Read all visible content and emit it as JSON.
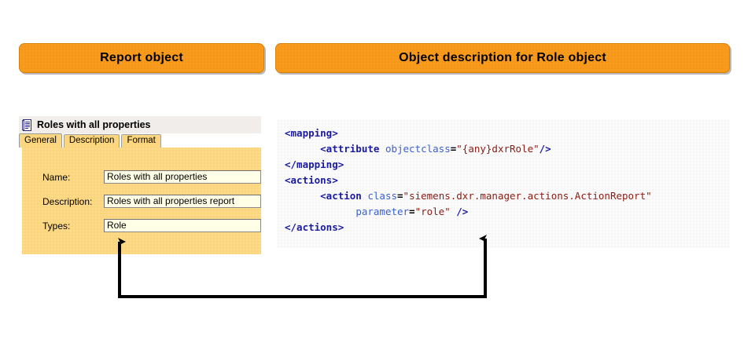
{
  "headers": {
    "left_label": "Report object",
    "right_label": "Object description for Role object"
  },
  "dialog": {
    "icon": "report-document-icon",
    "title": "Roles with all properties",
    "tabs": [
      {
        "label": "General",
        "selected": true
      },
      {
        "label": "Description",
        "selected": false
      },
      {
        "label": "Format",
        "selected": false
      }
    ],
    "fields": [
      {
        "label": "Name:",
        "value": "Roles with all properties"
      },
      {
        "label": "Description:",
        "value": "Roles with all properties report"
      },
      {
        "label": "Types:",
        "value": "Role"
      }
    ]
  },
  "code": {
    "lines": [
      {
        "indent": 0,
        "tokens": [
          {
            "t": "tag",
            "s": "<mapping>"
          }
        ]
      },
      {
        "indent": 6,
        "tokens": [
          {
            "t": "tag",
            "s": "<attribute "
          },
          {
            "t": "attr",
            "s": "objectclass"
          },
          {
            "t": "punct",
            "s": "="
          },
          {
            "t": "val",
            "s": "\"{any}dxrRole\""
          },
          {
            "t": "tag",
            "s": "/>"
          }
        ]
      },
      {
        "indent": 0,
        "tokens": [
          {
            "t": "tag",
            "s": "</mapping>"
          }
        ]
      },
      {
        "indent": 0,
        "tokens": [
          {
            "t": "tag",
            "s": "<actions>"
          }
        ]
      },
      {
        "indent": 6,
        "tokens": [
          {
            "t": "tag",
            "s": "<action "
          },
          {
            "t": "attr",
            "s": "class"
          },
          {
            "t": "punct",
            "s": "="
          },
          {
            "t": "val",
            "s": "\"siemens.dxr.manager.actions.ActionReport\""
          }
        ]
      },
      {
        "indent": 12,
        "tokens": [
          {
            "t": "attr",
            "s": "parameter"
          },
          {
            "t": "punct",
            "s": "="
          },
          {
            "t": "val",
            "s": "\"role\""
          },
          {
            "t": "tag",
            "s": " />"
          }
        ]
      },
      {
        "indent": 0,
        "tokens": [
          {
            "t": "tag",
            "s": "</actions>"
          }
        ]
      }
    ]
  },
  "connector": {
    "description": "arrow linking Types field value to parameter attribute value",
    "color": "#000000"
  },
  "colors": {
    "header_button": "#f89a1c",
    "header_button_border": "#d98000",
    "panel_orange": "#fcd67e",
    "input_background": "#fffee6",
    "titlebar": "#f0edea",
    "code_background": "#fbfbfb",
    "tag": "#1a1aa0",
    "attribute": "#3a5fd0",
    "value": "#8b1a10"
  }
}
